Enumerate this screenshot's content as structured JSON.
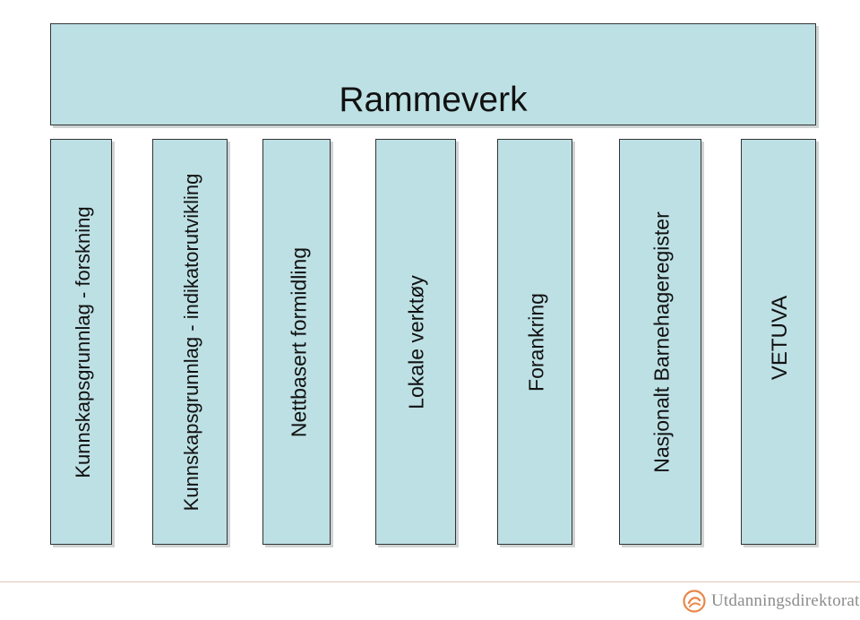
{
  "diagram": {
    "title": "Rammeverk",
    "pillars": [
      "Kunnskapsgrunnlag - forskning",
      "Kunnskapsgrunnlag - indikatorutvikling",
      "Nettbasert formidling",
      "Lokale verktøy",
      "Forankring",
      "Nasjonalt  Barnehageregister",
      "VETUVA"
    ]
  },
  "footer": {
    "logo_text": "Utdanningsdirektoratet",
    "logo_icon": "utdanningsdirektoratet-logo-icon"
  },
  "colors": {
    "box_fill": "#bde0e4",
    "box_border": "#333333",
    "logo_orange": "#e8874a",
    "logo_text": "#8c8c8c"
  }
}
